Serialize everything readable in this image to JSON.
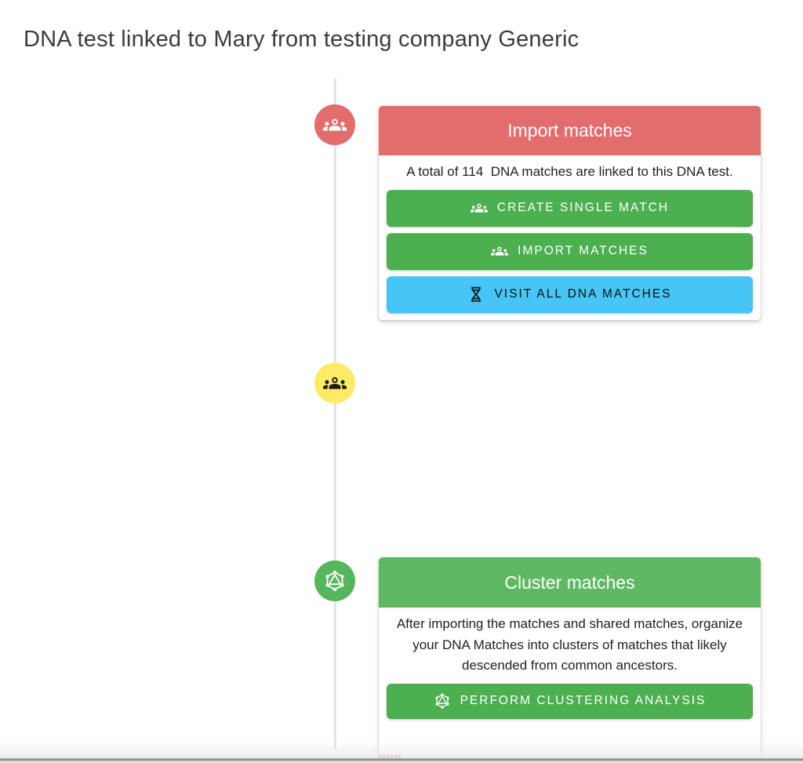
{
  "page_title": "DNA test linked to Mary from testing company Generic",
  "colors": {
    "accent_red": "#e36c6c",
    "accent_green_header": "#5fb963",
    "accent_green_button": "#4caf50",
    "accent_blue": "#45c6f6",
    "accent_yellow": "#fbeb67",
    "timeline_line": "#e3e3e3"
  },
  "timeline": {
    "nodes": [
      {
        "name": "import-step",
        "icon": "groups-icon",
        "color": "#e36c6c"
      },
      {
        "name": "matches-step",
        "icon": "groups-icon",
        "color": "#fbeb67"
      },
      {
        "name": "cluster-step",
        "icon": "cluster-graph-icon",
        "color": "#56b65c"
      }
    ]
  },
  "cards": {
    "import": {
      "title": "Import matches",
      "description": "A total of 114  DNA matches are linked to this DNA test.",
      "match_count": "114",
      "buttons": [
        {
          "label": "CREATE SINGLE MATCH",
          "icon": "groups-icon",
          "style": "green"
        },
        {
          "label": "IMPORT MATCHES",
          "icon": "groups-icon",
          "style": "green"
        },
        {
          "label": "VISIT ALL DNA MATCHES",
          "icon": "dna-icon",
          "style": "blue"
        }
      ]
    },
    "cluster": {
      "title": "Cluster matches",
      "description": "After importing the matches and shared matches, organize your DNA Matches into clusters of matches that likely descended from common ancestors.",
      "buttons": [
        {
          "label": "PERFORM CLUSTERING ANALYSIS",
          "icon": "cluster-graph-icon",
          "style": "green"
        }
      ]
    }
  }
}
